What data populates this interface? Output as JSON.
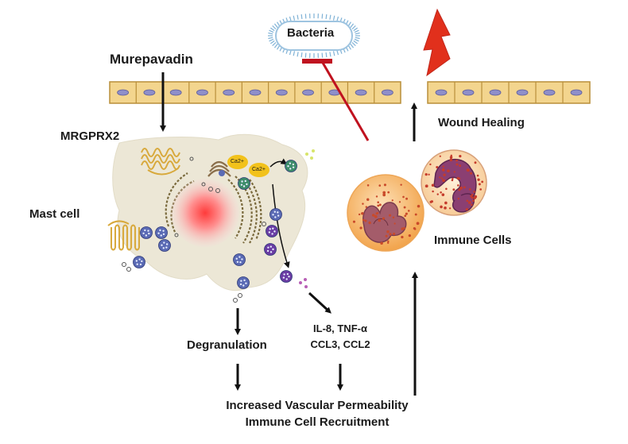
{
  "labels": {
    "bacteria": "Bacteria",
    "murepavadin": "Murepavadin",
    "receptor": "MRGPRX2",
    "mast_cell": "Mast cell",
    "wound_healing": "Wound Healing",
    "immune_cells": "Immune Cells",
    "degranulation": "Degranulation",
    "cytokines_line1": "IL-8, TNF-α",
    "cytokines_line2": "CCL3, CCL2",
    "outcome_line1": "Increased Vascular Permeability",
    "outcome_line2": "Immune Cell Recruitment",
    "calcium_1": "Ca2+",
    "calcium_2": "Ca2+"
  },
  "colors": {
    "epithelium_fill": "#f3d58e",
    "epithelium_stroke": "#b98f3a",
    "nucleus_dot": "#8f8fc9",
    "inhibition": "#c0121f",
    "lightning": "#e1301c",
    "mast_cell_fill": "#ece7d6",
    "receptor": "#e0b54a",
    "immune_cell": "#f6b66a",
    "immune_nucleus": "#8b3f72",
    "arrow": "#111111"
  },
  "icons": {
    "bacterium": "rod-bacterium-icon",
    "injury": "lightning-bolt-icon",
    "receptor": "seven-transmembrane-receptor-icon"
  }
}
